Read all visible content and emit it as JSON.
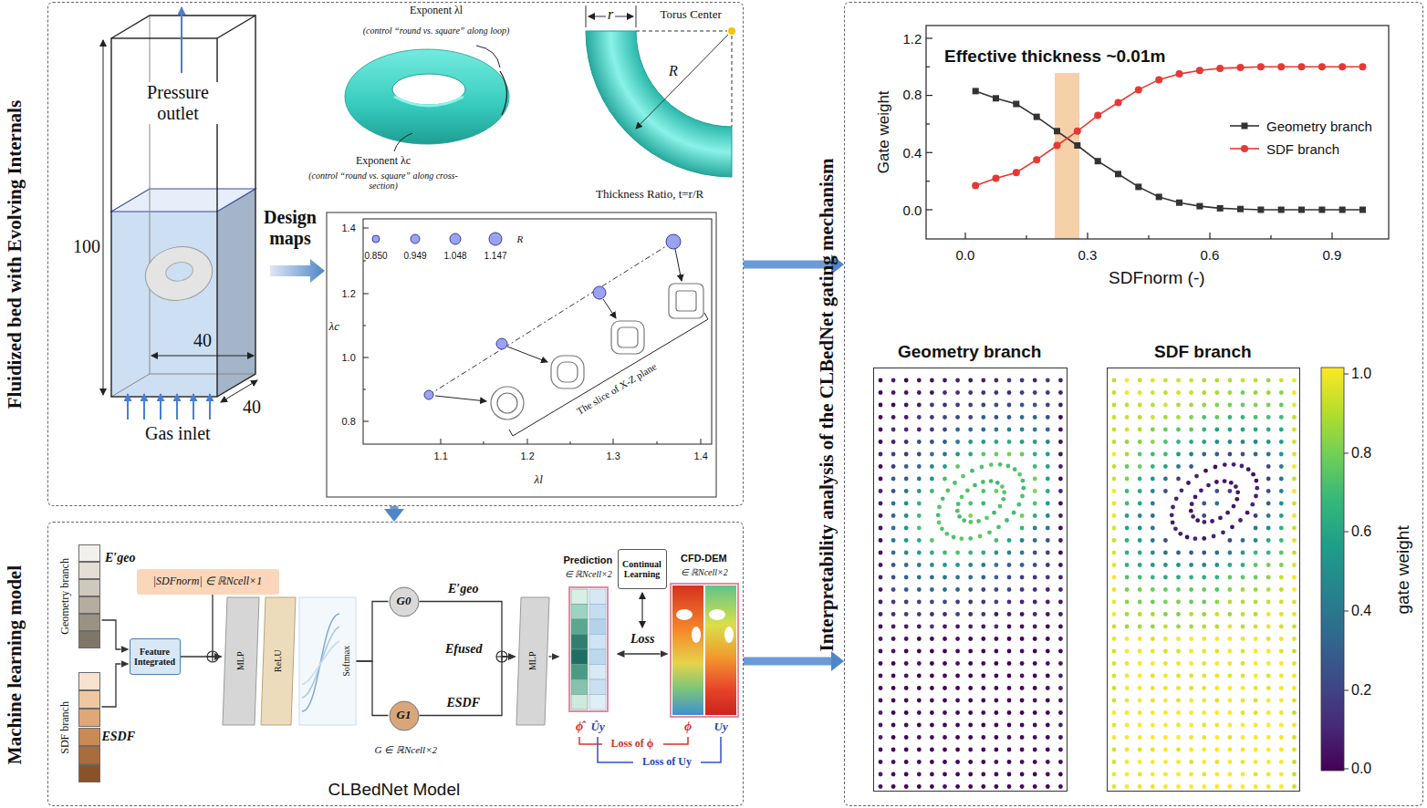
{
  "diagram": {
    "nodes": [
      {
        "text": [
          "Fluidized bed with Evolving Internals"
        ]
      },
      {
        "text": [
          "Machine learning model"
        ]
      },
      {
        "text": [
          "Geometry branch"
        ],
        "in": 1
      },
      {
        "text": [
          "SDF branch"
        ],
        "in": 1
      },
      {
        "text": [
          "Feature Integrated"
        ],
        "in": 1
      },
      {
        "text": [
          "|SDFnorm| ∈ ℝNcell×1"
        ],
        "in": 1
      },
      {
        "text": [
          "MLP"
        ],
        "in": 1
      },
      {
        "text": [
          "ReLU"
        ],
        "in": 1
      },
      {
        "text": [
          "Softmax"
        ],
        "in": 1
      },
      {
        "text": [
          "G0"
        ],
        "in": 1
      },
      {
        "text": [
          "G1"
        ],
        "in": 1
      },
      {
        "text": [
          "MLP"
        ],
        "in": 1
      },
      {
        "text": [
          "Prediction",
          "∈ ℝNcell×2"
        ],
        "in": 1
      },
      {
        "text": [
          "Continual Learning"
        ],
        "in": 1
      },
      {
        "text": [
          "CFD-DEM",
          "∈ ℝNcell×2"
        ],
        "in": 1
      },
      {
        "text": [
          "Interpretability analysis of the CLBedNet gating mechanism"
        ]
      },
      {
        "text": [
          "Geometry branch"
        ],
        "in": 15
      },
      {
        "text": [
          "SDF branch"
        ],
        "in": 15
      }
    ],
    "edges": [
      {
        "from": 0,
        "to": 15,
        "arrow": "to"
      },
      {
        "from": 1,
        "to": 15,
        "arrow": "to"
      },
      {
        "from": 0,
        "to": 1,
        "arrow": "to"
      },
      {
        "from": 2,
        "to": 4,
        "arrow": "to"
      },
      {
        "from": 3,
        "to": 4,
        "arrow": "to"
      },
      {
        "from": 4,
        "to": 6,
        "arrow": "to"
      },
      {
        "from": 5,
        "to": 6,
        "arrow": "to"
      },
      {
        "from": 8,
        "to": 9,
        "arrow": "none"
      },
      {
        "from": 8,
        "to": 10,
        "arrow": "none"
      },
      {
        "from": 9,
        "to": 11,
        "arrow": "to"
      },
      {
        "from": 10,
        "to": 11,
        "arrow": "to"
      },
      {
        "from": 11,
        "to": 12,
        "arrow": "to"
      },
      {
        "from": 12,
        "to": 14,
        "label": "Loss",
        "arrow": "both"
      }
    ],
    "labels": [
      "Pressure outlet",
      "100",
      "40",
      "40",
      "Gas inlet",
      "Design maps",
      "Exponent λl",
      "(control “round vs. square” along loop)",
      "Exponent λc",
      "(control “round vs. square” along cross-section)",
      "r",
      "Torus Center",
      "R",
      "Thickness Ratio, t=r/R",
      "0.850",
      "0.949",
      "1.048",
      "1.147",
      "R",
      "1.4",
      "1.2",
      "1.0",
      "0.8",
      "λc",
      "1.1",
      "1.2",
      "1.3",
      "1.4",
      "λl",
      "The slice of X-Z plane",
      "Effective thickness ~0.01m",
      "1.2",
      "0.8",
      "0.4",
      "0.0",
      "0.0",
      "0.3",
      "0.6",
      "0.9",
      "Gate weight",
      "SDFnorm (-)",
      "1.0",
      "0.8",
      "0.6",
      "0.4",
      "0.2",
      "0.0",
      "gate weight",
      "E′geo",
      "ESDF",
      "E′geo",
      "Efused",
      "ESDF",
      "G ∈ ℝNcell×2",
      "ϕ̂",
      "Ûy",
      "ϕ",
      "Uy",
      "Loss of ϕ",
      "Loss of Uy",
      "CLBedNet Model"
    ],
    "legend": [
      {
        "text": "Geometry branch"
      },
      {
        "text": "SDF branch"
      }
    ]
  }
}
